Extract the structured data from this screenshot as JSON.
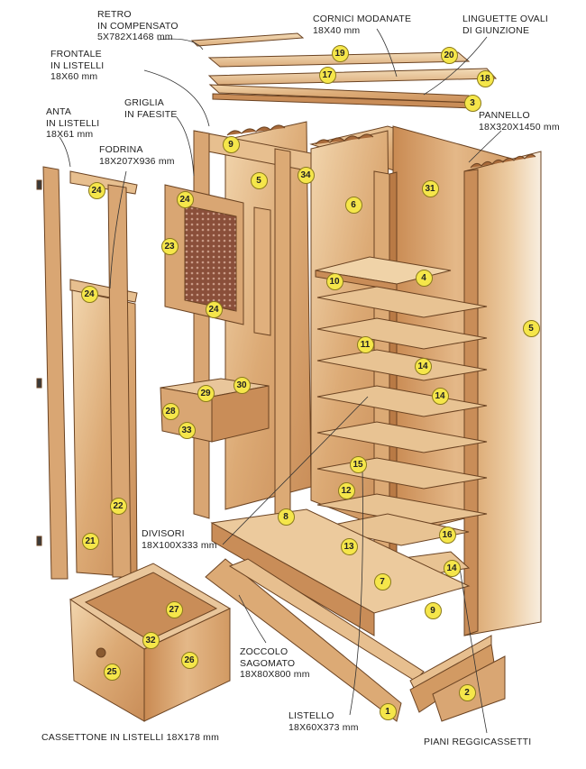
{
  "labels": {
    "retro": [
      "RETRO",
      "IN COMPENSATO",
      "5X782X1468 mm"
    ],
    "frontale": [
      "FRONTALE",
      "IN LISTELLI",
      "18X60 mm"
    ],
    "anta": [
      "ANTA",
      "IN LISTELLI",
      "18X61 mm"
    ],
    "griglia": [
      "GRIGLIA",
      "IN FAESITE"
    ],
    "fodrina": [
      "FODRINA",
      "18X207X936 mm"
    ],
    "cornici": [
      "CORNICI MODANATE",
      "18X40 mm"
    ],
    "linguette": [
      "LINGUETTE OVALI",
      "DI GIUNZIONE"
    ],
    "pannello": [
      "PANNELLO",
      "18X320X1450 mm"
    ],
    "divisori": [
      "DIVISORI",
      "18X100X333 mm"
    ],
    "zoccolo": [
      "ZOCCOLO",
      "SAGOMATO",
      "18X80X800 mm"
    ],
    "listello": [
      "LISTELLO",
      "18X60X373 mm"
    ],
    "cassettone": [
      "CASSETTONE IN LISTELLI 18X178 mm"
    ],
    "piani": [
      "PIANI REGGICASSETTI"
    ]
  },
  "part_numbers": [
    "1",
    "2",
    "3",
    "4",
    "5",
    "5",
    "6",
    "7",
    "8",
    "9",
    "9",
    "10",
    "11",
    "12",
    "13",
    "14",
    "14",
    "14",
    "15",
    "16",
    "17",
    "18",
    "19",
    "20",
    "21",
    "22",
    "23",
    "24",
    "24",
    "24",
    "24",
    "25",
    "26",
    "27",
    "28",
    "29",
    "30",
    "31",
    "32",
    "33",
    "34"
  ],
  "colors": {
    "bubble_fill": "#f5e64a",
    "wood_light": "#e9c69b",
    "wood_mid": "#d9a673",
    "wood_dark": "#b97a45",
    "outline": "#6b4322"
  }
}
